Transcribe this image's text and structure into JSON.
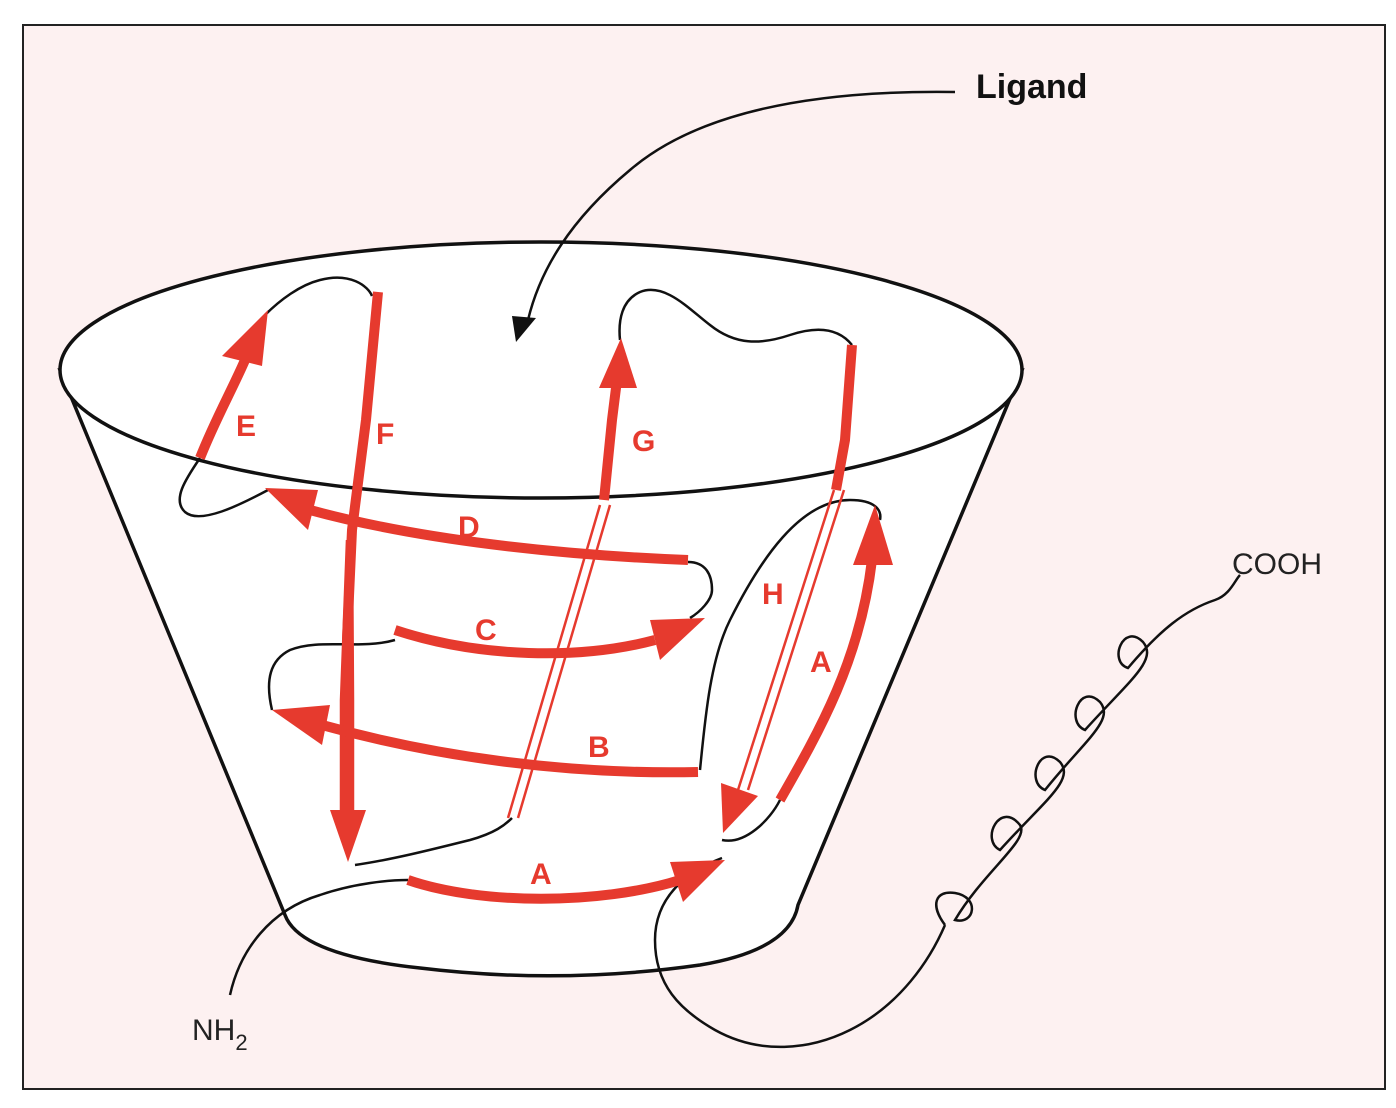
{
  "labels": {
    "ligand": "Ligand",
    "nterm": "NH",
    "nterm_sub": "2",
    "cterm": "COOH"
  },
  "strands": {
    "A_bottom": "A",
    "A_right": "A",
    "B": "B",
    "C": "C",
    "D": "D",
    "E": "E",
    "F": "F",
    "G": "G",
    "H": "H"
  },
  "colors": {
    "strand": "#e63a2e",
    "outline": "#111111",
    "background": "#fdf1f1"
  }
}
